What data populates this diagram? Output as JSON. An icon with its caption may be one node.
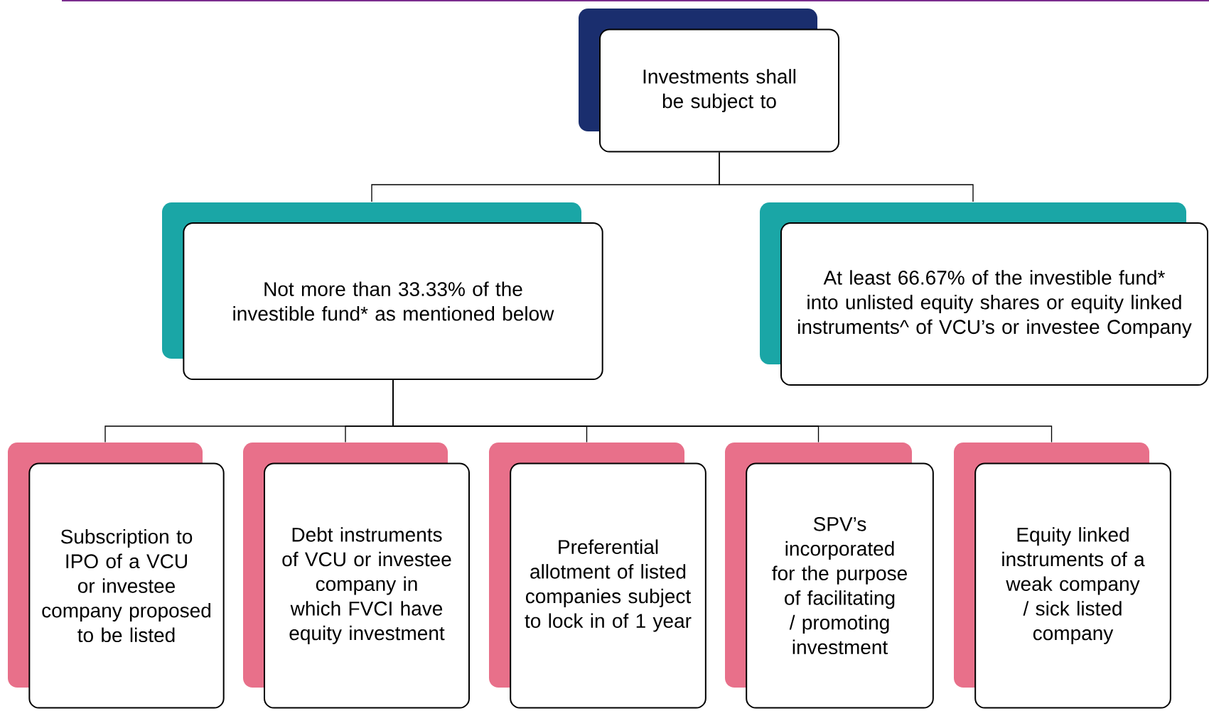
{
  "diagram": {
    "nodes": [
      {
        "text": [
          "Investments shall be subject to"
        ]
      },
      {
        "text": [
          "Not more than 33.33% of the investible fund* as mentioned below"
        ]
      },
      {
        "text": [
          "At least 66.67% of the investible fund* into unlisted equity shares or equity linked instruments^ of VCU’s or investee Company"
        ]
      },
      {
        "text": [
          "Subscription to IPO of a VCU or investee company proposed to be listed"
        ]
      },
      {
        "text": [
          "Debt instruments of VCU or investee company in which FVCI have equity investment"
        ]
      },
      {
        "text": [
          "Preferential allotment of listed companies subject to lock in of 1 year"
        ]
      },
      {
        "text": [
          "SPV’s incorporated for the purpose of facilitating / promoting investment"
        ]
      },
      {
        "text": [
          "Equity linked instruments of a weak company / sick listed company"
        ]
      }
    ],
    "edges": [
      {
        "from": 0,
        "to": 1,
        "arrow": "none"
      },
      {
        "from": 0,
        "to": 2,
        "arrow": "none"
      },
      {
        "from": 1,
        "to": 3,
        "arrow": "none"
      },
      {
        "from": 1,
        "to": 4,
        "arrow": "none"
      },
      {
        "from": 1,
        "to": 5,
        "arrow": "none"
      },
      {
        "from": 1,
        "to": 6,
        "arrow": "none"
      },
      {
        "from": 1,
        "to": 7,
        "arrow": "none"
      }
    ]
  }
}
